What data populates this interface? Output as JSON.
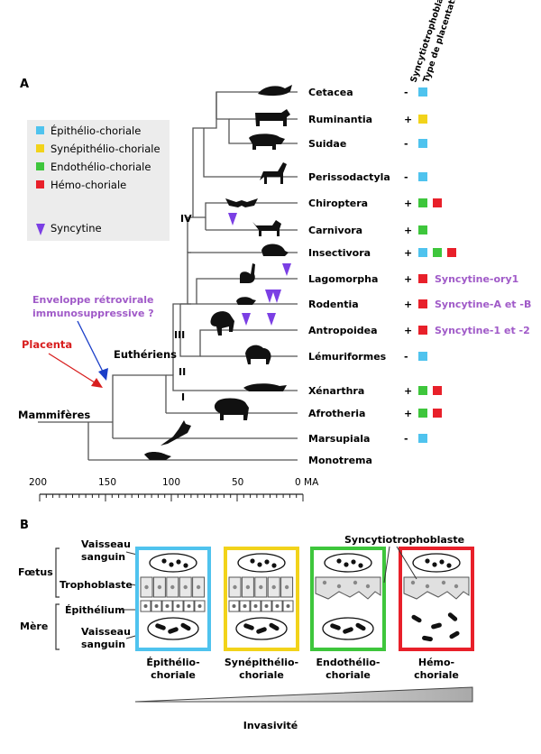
{
  "panel_a_label": "A",
  "panel_b_label": "B",
  "column_headers": [
    "Syncytiotrophoblaste",
    "Type de placentation"
  ],
  "legend": {
    "items": [
      {
        "label": "Épithélio-choriale",
        "color": "#4fc3ee"
      },
      {
        "label": "Synépithélio-choriale",
        "color": "#f2d31a"
      },
      {
        "label": "Endothélio-choriale",
        "color": "#3ec63c"
      },
      {
        "label": "Hémo-choriale",
        "color": "#e8202a"
      }
    ],
    "syncytine_label": "Syncytine",
    "syncytine_color": "#7b3fe4"
  },
  "taxa": [
    {
      "name": "Cetacea",
      "sign": "-",
      "types": [
        "#4fc3ee"
      ]
    },
    {
      "name": "Ruminantia",
      "sign": "+",
      "types": [
        "#f2d31a"
      ]
    },
    {
      "name": "Suidae",
      "sign": "-",
      "types": [
        "#4fc3ee"
      ]
    },
    {
      "name": "Perissodactyla",
      "sign": "-",
      "types": [
        "#4fc3ee"
      ]
    },
    {
      "name": "Chiroptera",
      "sign": "+",
      "types": [
        "#3ec63c",
        "#e8202a"
      ]
    },
    {
      "name": "Carnivora",
      "sign": "+",
      "types": [
        "#3ec63c"
      ]
    },
    {
      "name": "Insectivora",
      "sign": "+",
      "types": [
        "#4fc3ee",
        "#3ec63c",
        "#e8202a"
      ]
    },
    {
      "name": "Lagomorpha",
      "sign": "+",
      "types": [
        "#e8202a"
      ],
      "syncytine": "Syncytine-ory1"
    },
    {
      "name": "Rodentia",
      "sign": "+",
      "types": [
        "#e8202a"
      ],
      "syncytine": "Syncytine-A et -B"
    },
    {
      "name": "Antropoidea",
      "sign": "+",
      "types": [
        "#e8202a"
      ],
      "syncytine": "Syncytine-1 et -2"
    },
    {
      "name": "Lémuriformes",
      "sign": "-",
      "types": [
        "#4fc3ee"
      ]
    },
    {
      "name": "Xénarthra",
      "sign": "+",
      "types": [
        "#3ec63c",
        "#e8202a"
      ]
    },
    {
      "name": "Afrotheria",
      "sign": "+",
      "types": [
        "#3ec63c",
        "#e8202a"
      ]
    },
    {
      "name": "Marsupiala",
      "sign": "-",
      "types": [
        "#4fc3ee"
      ]
    },
    {
      "name": "Monotrema",
      "sign": "",
      "types": []
    }
  ],
  "clade_labels": {
    "mammiferes": "Mammifères",
    "eutheriens": "Euthériens",
    "group_iv": "IV",
    "group_iii": "III",
    "group_ii": "II",
    "group_i": "I"
  },
  "annotations": {
    "envelope": [
      "Enveloppe rétrovirale",
      "immunosuppressive ?"
    ],
    "envelope_color": "#a05ac8",
    "placenta": "Placenta",
    "placenta_color": "#d81e1e"
  },
  "axis": {
    "ticks": [
      "200",
      "150",
      "100",
      "50",
      "0 MA"
    ]
  },
  "panel_b": {
    "left_labels": {
      "foetus": "Fœtus",
      "mere": "Mère",
      "vaisseau_top": [
        "Vaisseau",
        "sanguin"
      ],
      "trophoblaste": "Trophoblaste",
      "epithelium": "Épithélium",
      "vaisseau_bottom": [
        "Vaisseau",
        "sanguin"
      ]
    },
    "syncytio_label": "Syncytiotrophoblaste",
    "boxes": [
      {
        "caption": [
          "Épithélio-",
          "choriale"
        ],
        "color": "#4fc3ee"
      },
      {
        "caption": [
          "Synépithélio-",
          "choriale"
        ],
        "color": "#f2d31a"
      },
      {
        "caption": [
          "Endothélio-",
          "choriale"
        ],
        "color": "#3ec63c"
      },
      {
        "caption": [
          "Hémo-",
          "choriale"
        ],
        "color": "#e8202a"
      }
    ],
    "invasivite": "Invasivité"
  }
}
